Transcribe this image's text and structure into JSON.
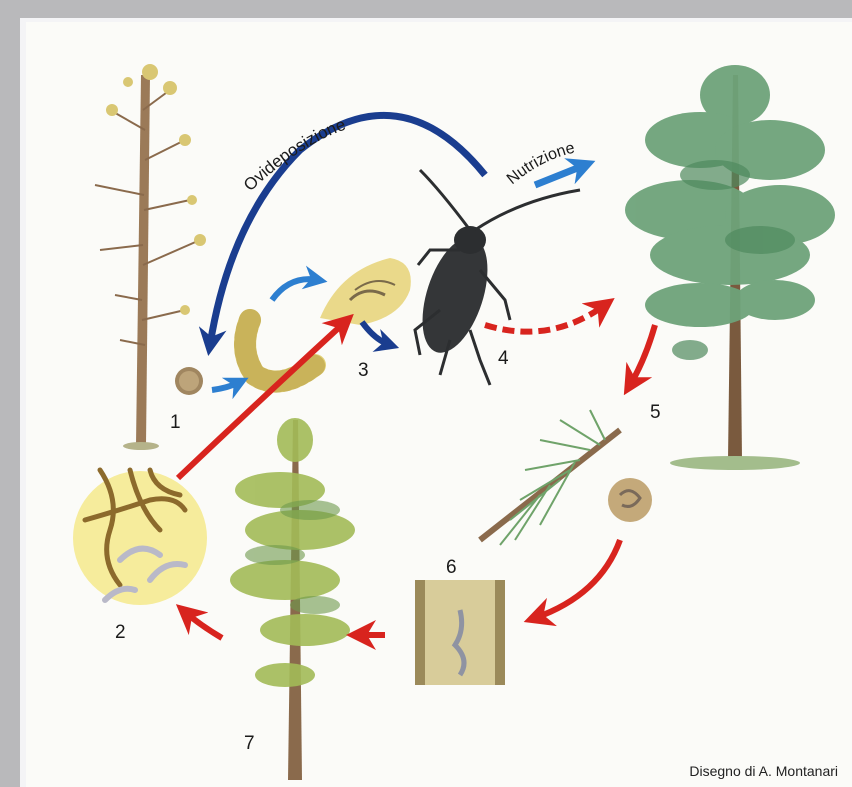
{
  "labels": {
    "ovideposizione": "Ovideposizione",
    "nutrizione": "Nutrizione"
  },
  "stages": [
    "1",
    "2",
    "3",
    "4",
    "5",
    "6",
    "7"
  ],
  "credit": "Disegno di A. Montanari",
  "colors": {
    "cycle_arrow": "#d8241e",
    "blue_arrow": "#1a3d8f",
    "light_blue_arrow": "#2d7fd0",
    "stage_circle": "#f6ec9c",
    "dead_tree": "#8a6a4c",
    "healthy_pine": "#5f9a6c",
    "young_pine": "#96b24e"
  }
}
